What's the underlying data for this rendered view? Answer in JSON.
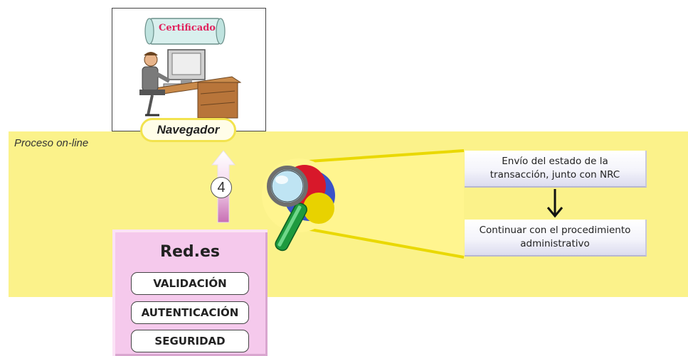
{
  "diagram": {
    "section_label": "Proceso on-line",
    "certificate_label": "Certificado",
    "browser_label": "Navegador",
    "step_number": "4",
    "provider": {
      "title": "Red.es",
      "buttons": [
        "VALIDACIÓN",
        "AUTENTICACIÓN",
        "SEGURIDAD"
      ]
    },
    "flow": {
      "step_1": "Envío del estado de la\ntransacción, junto con NRC",
      "step_2": "Continuar con el procedimiento\nadministrativo"
    }
  },
  "colors": {
    "band": "#fbf28a",
    "panel": "#f5c9ec",
    "certificate_text": "#e0245e"
  },
  "icons": [
    "computer-user-illustration",
    "magnifier-icon",
    "arrow-up-icon",
    "arrow-down-icon"
  ]
}
